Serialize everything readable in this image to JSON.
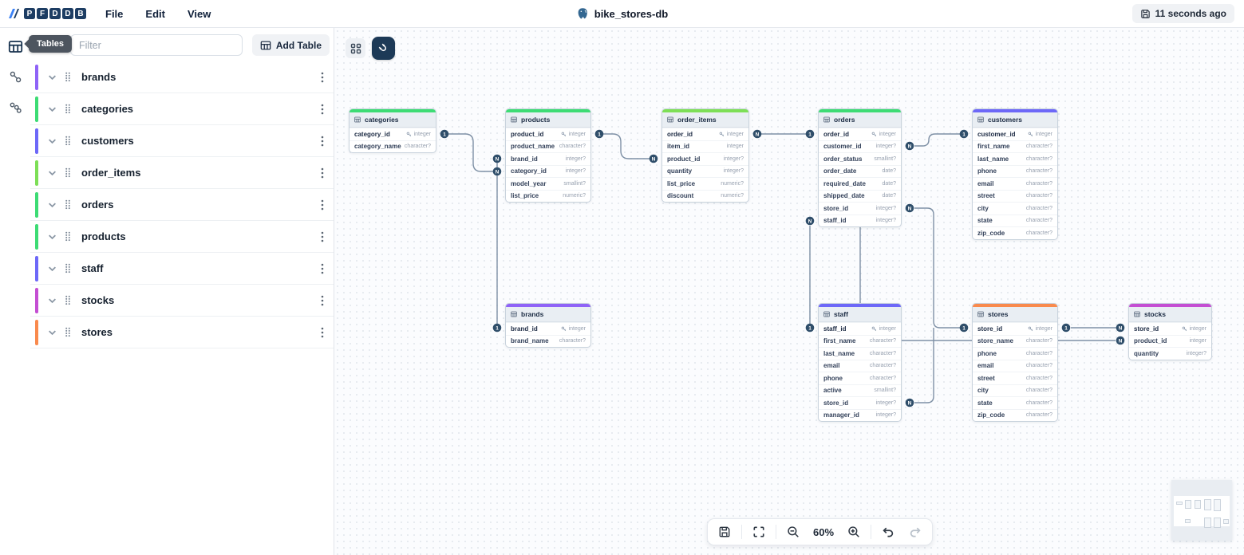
{
  "app": {
    "logo_letters": [
      "P",
      "F",
      "D",
      "D",
      "B"
    ],
    "menu": [
      "File",
      "Edit",
      "View"
    ],
    "title": "bike_stores-db",
    "saved_status": "11 seconds ago"
  },
  "rail": {
    "tooltip": "Tables"
  },
  "sidebar": {
    "filter_placeholder": "Filter",
    "add_table_label": "Add Table",
    "tables": [
      {
        "name": "brands",
        "color": "#8f63f7"
      },
      {
        "name": "categories",
        "color": "#3ddc74"
      },
      {
        "name": "customers",
        "color": "#6d68f8"
      },
      {
        "name": "order_items",
        "color": "#7ddf56"
      },
      {
        "name": "orders",
        "color": "#3ddc74"
      },
      {
        "name": "products",
        "color": "#3ddc74"
      },
      {
        "name": "staff",
        "color": "#6d68f8"
      },
      {
        "name": "stocks",
        "color": "#c44ed3"
      },
      {
        "name": "stores",
        "color": "#f98a4d"
      }
    ]
  },
  "canvas": {
    "zoom_level": "60%",
    "tables": [
      {
        "name": "categories",
        "color": "#3ddc74",
        "fields": [
          {
            "name": "category_id",
            "type": "integer",
            "pk": true
          },
          {
            "name": "category_name",
            "type": "character?"
          }
        ]
      },
      {
        "name": "products",
        "color": "#3ddc74",
        "fields": [
          {
            "name": "product_id",
            "type": "integer",
            "pk": true
          },
          {
            "name": "product_name",
            "type": "character?"
          },
          {
            "name": "brand_id",
            "type": "integer?"
          },
          {
            "name": "category_id",
            "type": "integer?"
          },
          {
            "name": "model_year",
            "type": "smallint?"
          },
          {
            "name": "list_price",
            "type": "numeric?"
          }
        ]
      },
      {
        "name": "order_items",
        "color": "#7ddf56",
        "fields": [
          {
            "name": "order_id",
            "type": "integer",
            "pk": true
          },
          {
            "name": "item_id",
            "type": "integer"
          },
          {
            "name": "product_id",
            "type": "integer?"
          },
          {
            "name": "quantity",
            "type": "integer?"
          },
          {
            "name": "list_price",
            "type": "numeric?"
          },
          {
            "name": "discount",
            "type": "numeric?"
          }
        ]
      },
      {
        "name": "orders",
        "color": "#3ddc74",
        "fields": [
          {
            "name": "order_id",
            "type": "integer",
            "pk": true
          },
          {
            "name": "customer_id",
            "type": "integer?"
          },
          {
            "name": "order_status",
            "type": "smallint?"
          },
          {
            "name": "order_date",
            "type": "date?"
          },
          {
            "name": "required_date",
            "type": "date?"
          },
          {
            "name": "shipped_date",
            "type": "date?"
          },
          {
            "name": "store_id",
            "type": "integer?"
          },
          {
            "name": "staff_id",
            "type": "integer?"
          }
        ]
      },
      {
        "name": "customers",
        "color": "#6d68f8",
        "fields": [
          {
            "name": "customer_id",
            "type": "integer",
            "pk": true
          },
          {
            "name": "first_name",
            "type": "character?"
          },
          {
            "name": "last_name",
            "type": "character?"
          },
          {
            "name": "phone",
            "type": "character?"
          },
          {
            "name": "email",
            "type": "character?"
          },
          {
            "name": "street",
            "type": "character?"
          },
          {
            "name": "city",
            "type": "character?"
          },
          {
            "name": "state",
            "type": "character?"
          },
          {
            "name": "zip_code",
            "type": "character?"
          }
        ]
      },
      {
        "name": "brands",
        "color": "#8f63f7",
        "fields": [
          {
            "name": "brand_id",
            "type": "integer",
            "pk": true
          },
          {
            "name": "brand_name",
            "type": "character?"
          }
        ]
      },
      {
        "name": "staff",
        "color": "#6d68f8",
        "fields": [
          {
            "name": "staff_id",
            "type": "integer",
            "pk": true
          },
          {
            "name": "first_name",
            "type": "character?"
          },
          {
            "name": "last_name",
            "type": "character?"
          },
          {
            "name": "email",
            "type": "character?"
          },
          {
            "name": "phone",
            "type": "character?"
          },
          {
            "name": "active",
            "type": "smallint?"
          },
          {
            "name": "store_id",
            "type": "integer?"
          },
          {
            "name": "manager_id",
            "type": "integer?"
          }
        ]
      },
      {
        "name": "stores",
        "color": "#f98a4d",
        "fields": [
          {
            "name": "store_id",
            "type": "integer",
            "pk": true
          },
          {
            "name": "store_name",
            "type": "character?"
          },
          {
            "name": "phone",
            "type": "character?"
          },
          {
            "name": "email",
            "type": "character?"
          },
          {
            "name": "street",
            "type": "character?"
          },
          {
            "name": "city",
            "type": "character?"
          },
          {
            "name": "state",
            "type": "character?"
          },
          {
            "name": "zip_code",
            "type": "character?"
          }
        ]
      },
      {
        "name": "stocks",
        "color": "#c44ed3",
        "fields": [
          {
            "name": "store_id",
            "type": "integer",
            "pk": true
          },
          {
            "name": "product_id",
            "type": "integer"
          },
          {
            "name": "quantity",
            "type": "integer?"
          }
        ]
      }
    ],
    "relationships": [
      {
        "from_table": "products",
        "from_field": "category_id",
        "from_card": "N",
        "to_table": "categories",
        "to_field": "category_id",
        "to_card": "1"
      },
      {
        "from_table": "products",
        "from_field": "brand_id",
        "from_card": "N",
        "to_table": "brands",
        "to_field": "brand_id",
        "to_card": "1"
      },
      {
        "from_table": "order_items",
        "from_field": "product_id",
        "from_card": "N",
        "to_table": "products",
        "to_field": "product_id",
        "to_card": "1"
      },
      {
        "from_table": "order_items",
        "from_field": "order_id",
        "from_card": "N",
        "to_table": "orders",
        "to_field": "order_id",
        "to_card": "1"
      },
      {
        "from_table": "orders",
        "from_field": "customer_id",
        "from_card": "N",
        "to_table": "customers",
        "to_field": "customer_id",
        "to_card": "1"
      },
      {
        "from_table": "orders",
        "from_field": "staff_id",
        "from_card": "N",
        "to_table": "staff",
        "to_field": "staff_id",
        "to_card": "1"
      },
      {
        "from_table": "orders",
        "from_field": "store_id",
        "from_card": "N",
        "to_table": "stores",
        "to_field": "store_id",
        "to_card": "1"
      },
      {
        "from_table": "staff",
        "from_field": "store_id",
        "from_card": "N",
        "to_table": "stores",
        "to_field": "store_id",
        "to_card": "1"
      },
      {
        "from_table": "stocks",
        "from_field": "store_id",
        "from_card": "N",
        "to_table": "stores",
        "to_field": "store_id",
        "to_card": "1"
      },
      {
        "from_table": "stocks",
        "from_field": "product_id",
        "from_card": "N",
        "to_table": "products",
        "to_field": "product_id",
        "to_card": "1"
      }
    ]
  },
  "colors": {
    "navy": "#1d3a57",
    "connector": "#7e90a5",
    "connector_node": "#2f4e6a",
    "header_bg": "#e9eef3",
    "canvas_bg": "#fbfcfe"
  },
  "icons": {
    "save": "floppy-icon",
    "database": "postgresql-elephant-icon",
    "tables_tab": "table-grid-icon",
    "relationships_tab": "linked-circles-icon",
    "areas_tab": "layered-circles-icon",
    "add_table": "table-plus-icon",
    "grid_view": "grid-squares-icon",
    "snap_tool": "magnet-icon",
    "fit_view": "fit-view-icon",
    "zoom_out": "magnifier-minus-icon",
    "zoom_in": "magnifier-plus-icon",
    "undo": "undo-arrow-icon",
    "redo": "redo-arrow-icon"
  }
}
